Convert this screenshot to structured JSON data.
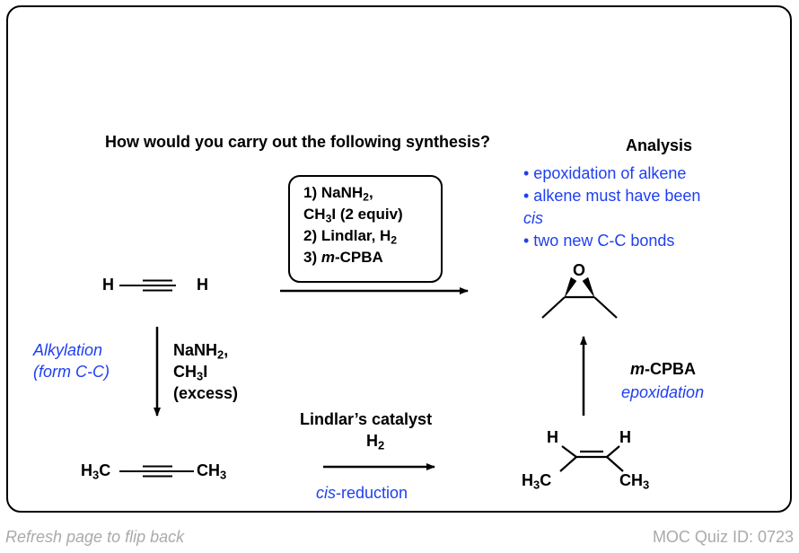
{
  "question": {
    "title": "How would you carry out the following synthesis?"
  },
  "analysis": {
    "heading": "Analysis",
    "bullets": [
      "• epoxidation of alkene",
      "• alkene must have been",
      "cis",
      "• two new C-C bonds"
    ]
  },
  "direct_route": {
    "steps": [
      {
        "prefix": "1) NaNH",
        "sub": "2",
        "suffix": ","
      },
      {
        "prefix": "CH",
        "sub": "3",
        "suffix": "I (2 equiv)"
      },
      {
        "prefix": "2) Lindlar, H",
        "sub": "2",
        "suffix": ""
      },
      {
        "prefix": "3) ",
        "italic": "m",
        "suffix": "-CPBA"
      }
    ]
  },
  "molecules": {
    "acetylene": {
      "left": "H",
      "right": "H"
    },
    "butyne": {
      "left_main": "H",
      "left_sub": "3",
      "left_end": "C",
      "right_main": "CH",
      "right_sub": "3"
    },
    "cis_butene": {
      "h_left": "H",
      "h_right": "H",
      "left_main": "H",
      "left_sub": "3",
      "left_end": "C",
      "right_main": "CH",
      "right_sub": "3"
    },
    "epoxide": {
      "oxygen": "O"
    }
  },
  "step1": {
    "annotation_line1": "Alkylation",
    "annotation_line2": "(form C-C)",
    "reagent_line1_main": "NaNH",
    "reagent_line1_sub": "2",
    "reagent_line1_end": ",",
    "reagent_line2_main": "CH",
    "reagent_line2_sub": "3",
    "reagent_line2_end": "I",
    "reagent_line3": "(excess)"
  },
  "step2": {
    "reagent_line1": "Lindlar’s catalyst",
    "reagent_line2_main": "H",
    "reagent_line2_sub": "2",
    "annotation_italic": "cis",
    "annotation_rest": "-reduction"
  },
  "step3": {
    "reagent_italic": "m",
    "reagent_rest": "-CPBA",
    "annotation": "epoxidation"
  },
  "footer": {
    "left": "Refresh page to flip back",
    "right": "MOC Quiz ID: 0723"
  }
}
